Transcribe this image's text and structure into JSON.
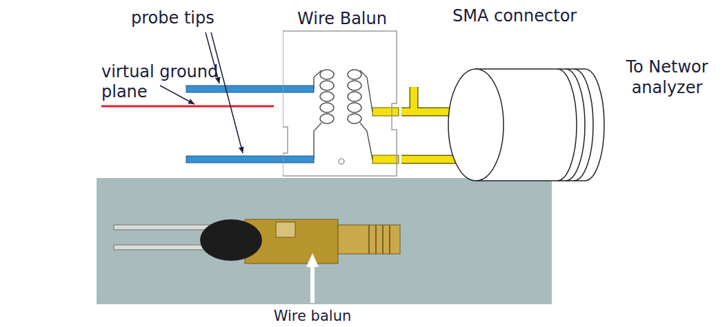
{
  "diagram": {
    "nodes": [
      {
        "text": [
          "Wire Balun"
        ]
      },
      {
        "text": [
          "SMA connector"
        ]
      }
    ],
    "edges": [
      {
        "from": 0,
        "to": 1,
        "arrow": "none"
      },
      {
        "from": 0,
        "to": 1,
        "arrow": "none"
      }
    ],
    "labels": [
      "probe tips",
      "virtual ground plane",
      "To Networ analyzer",
      "Wire balun"
    ]
  }
}
